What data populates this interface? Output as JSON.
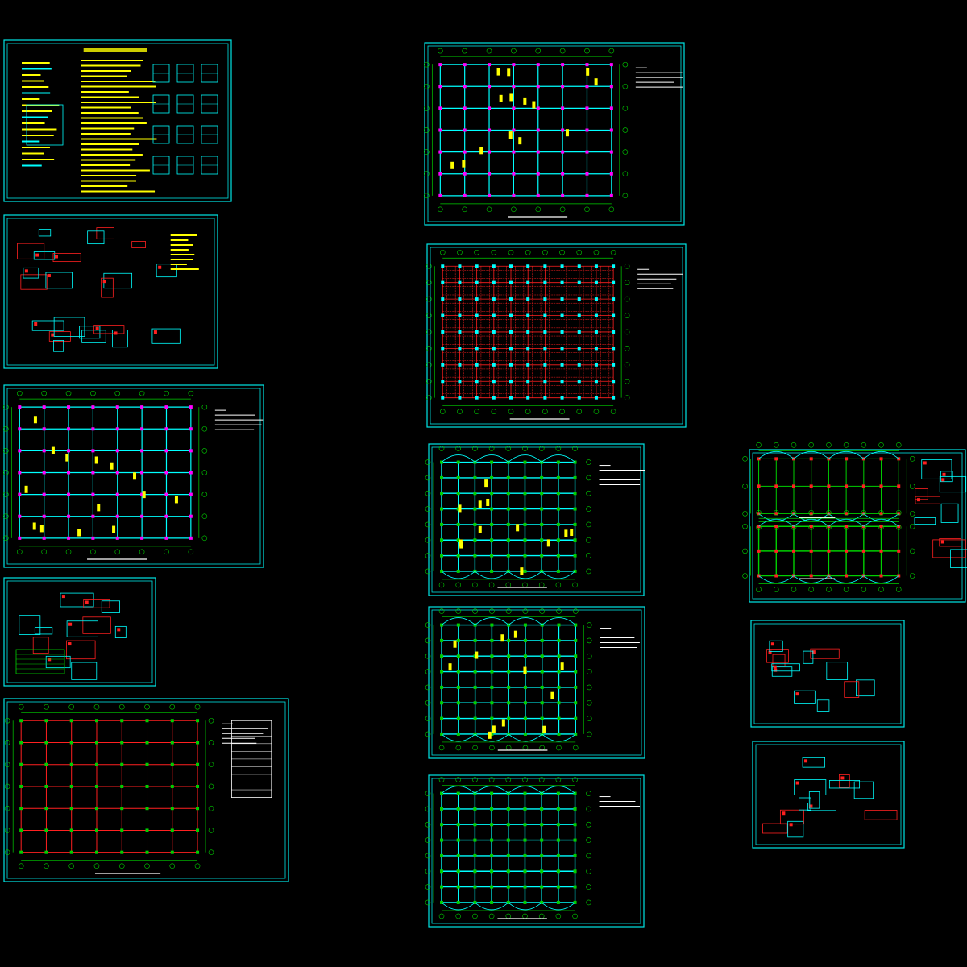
{
  "drawing": {
    "background": "#000000",
    "colors": {
      "border": "#00e5e5",
      "grid_green": "#00d000",
      "column_cyan": "#00ffff",
      "beam_red": "#ff2020",
      "note_yellow": "#ffff00",
      "magenta": "#ff00ff",
      "white": "#ffffff"
    },
    "sheets": [
      {
        "id": "design-notes",
        "kind": "notes"
      },
      {
        "id": "detail-sections",
        "kind": "details"
      },
      {
        "id": "column-plan-left",
        "kind": "plan"
      },
      {
        "id": "pile-details",
        "kind": "details-small"
      },
      {
        "id": "foundation-plan",
        "kind": "plan-red"
      },
      {
        "id": "floor-plan-1",
        "kind": "plan"
      },
      {
        "id": "floor-plan-2",
        "kind": "plan-red-dense"
      },
      {
        "id": "beam-plan-1",
        "kind": "plan-arch"
      },
      {
        "id": "beam-plan-2",
        "kind": "plan-arch"
      },
      {
        "id": "roof-plan",
        "kind": "plan-arch"
      },
      {
        "id": "stair-detail-large",
        "kind": "details-wide"
      },
      {
        "id": "stair-detail-small",
        "kind": "details-small"
      },
      {
        "id": "node-details",
        "kind": "details-small"
      }
    ]
  }
}
